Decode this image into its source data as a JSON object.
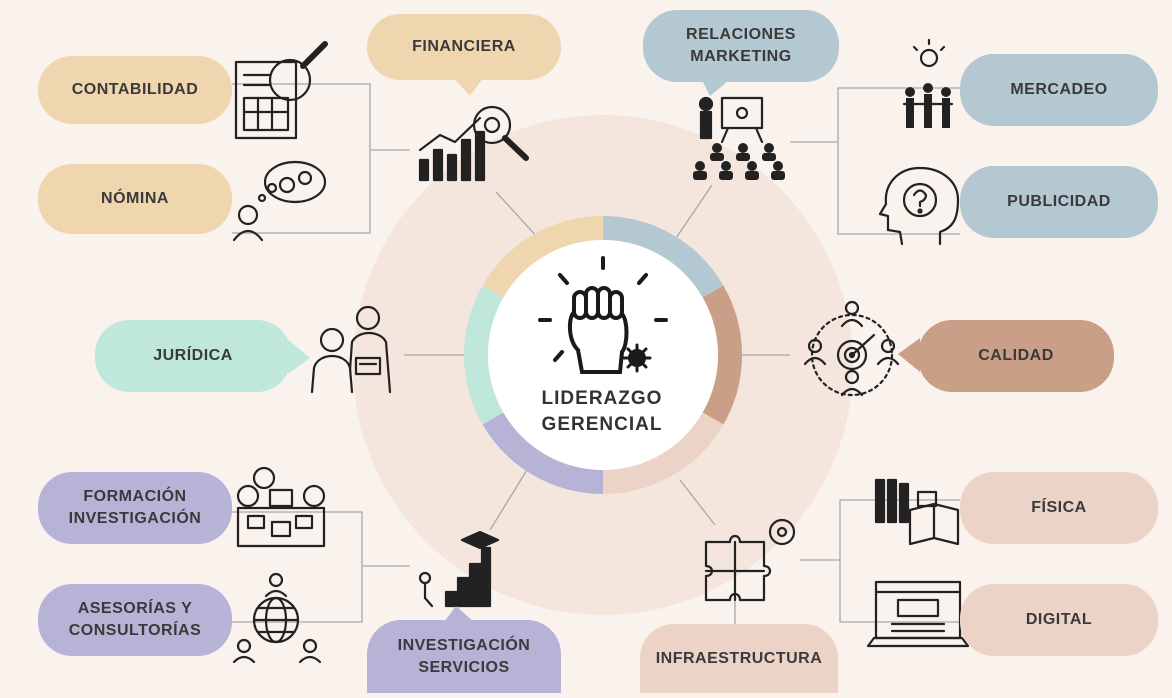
{
  "center": {
    "line1": "LIDERAZGO",
    "line2": "GERENCIAL"
  },
  "colors": {
    "background": "#faf2ec",
    "ring_fill": "#f4e6dc",
    "tan": "#efd6ae",
    "blue": "#b4c8d1",
    "brown": "#c9a087",
    "pink": "#ebd3c7",
    "purple": "#b7b3d7",
    "mint": "#bfe7dc"
  },
  "areas": {
    "financiera": {
      "label": "FINANCIERA",
      "icon": "financial-chart-icon",
      "items": [
        {
          "label": "CONTABILIDAD",
          "icon": "accounting-document-icon"
        },
        {
          "label": "NÓMINA",
          "icon": "payroll-thinking-icon"
        }
      ]
    },
    "marketing": {
      "label_line1": "RELACIONES",
      "label_line2": "MARKETING",
      "icon": "presentation-audience-icon",
      "items": [
        {
          "label": "MERCADEO",
          "icon": "team-idea-icon"
        },
        {
          "label": "PUBLICIDAD",
          "icon": "head-question-icon"
        }
      ]
    },
    "juridica": {
      "label": "JURÍDICA",
      "icon": "lawyers-meeting-icon"
    },
    "calidad": {
      "label": "CALIDAD",
      "icon": "target-people-icon"
    },
    "investigacion": {
      "label_line1": "INVESTIGACIÓN",
      "label_line2": "SERVICIOS",
      "icon": "graduation-stairs-icon",
      "items": [
        {
          "label_line1": "FORMACIÓN",
          "label_line2": "INVESTIGACIÓN",
          "icon": "team-workshop-icon"
        },
        {
          "label_line1": "ASESORÍAS Y",
          "label_line2": "CONSULTORÍAS",
          "icon": "global-network-icon"
        }
      ]
    },
    "infraestructura": {
      "label": "INFRAESTRUCTURA",
      "icon": "puzzle-gear-icon",
      "items": [
        {
          "label": "FÍSICA",
          "icon": "books-icon"
        },
        {
          "label": "DIGITAL",
          "icon": "job-laptop-icon"
        }
      ]
    }
  }
}
